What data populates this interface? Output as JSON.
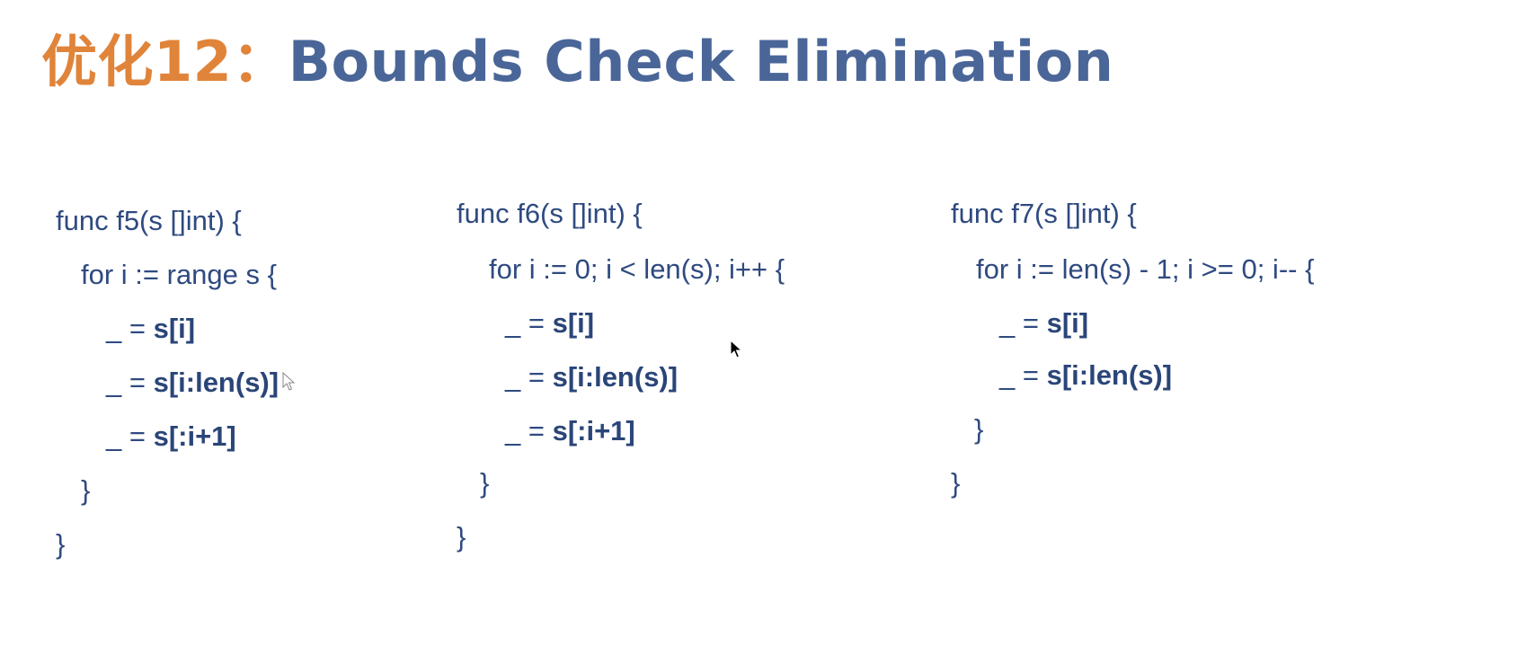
{
  "title": {
    "prefix": "优化12：",
    "main": "Bounds Check Elimination"
  },
  "f5": {
    "lines": [
      "func f5(s []int) {",
      "for i := range s {",
      "_ = ",
      "s[i]",
      "_ = ",
      "s[i:len(s)]",
      "_ = ",
      "s[:i+1]",
      "}",
      "}"
    ]
  },
  "f6": {
    "lines": [
      "func f6(s []int) {",
      "for i := 0; i < len(s); i++ {",
      "_ = ",
      "s[i]",
      "_ = ",
      "s[i:len(s)]",
      "_ = ",
      "s[:i+1]",
      "}",
      "}"
    ]
  },
  "f7": {
    "lines": [
      "func f7(s []int) {",
      "for i := len(s) - 1; i >= 0; i-- {",
      "_ = ",
      "s[i]",
      "_ = ",
      "s[i:len(s)]",
      "}",
      "}"
    ]
  },
  "colors": {
    "title_prefix": "#e0843a",
    "title_main": "#4a6698",
    "code": "#2f4a80"
  },
  "icons": [
    "mouse-pointer-icon"
  ]
}
